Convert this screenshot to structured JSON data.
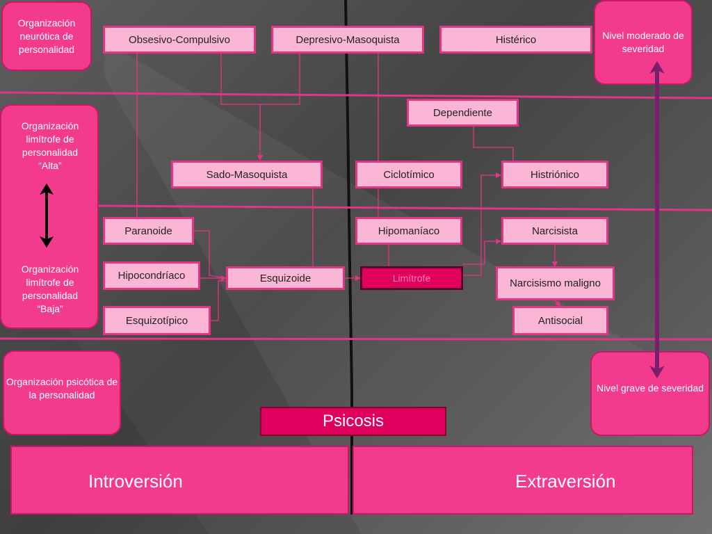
{
  "side_labels": {
    "neurotic": "Organización neurótica de personalidad",
    "borderline_high": "Organización limítrofe de personalidad “Alta”",
    "borderline_low": "Organización limítrofe de personalidad “Baja”",
    "psychotic": "Organización psicótica de la personalidad",
    "moderate": "Nivel moderado de severidad",
    "severe": "Nivel grave de severidad"
  },
  "nodes": {
    "obsesivo": "Obsesivo-Compulsivo",
    "depresivo": "Depresivo-Masoquista",
    "histerico": "Histérico",
    "dependiente": "Dependiente",
    "sado": "Sado-Masoquista",
    "ciclotimico": "Ciclotímico",
    "histrionico": "Histriónico",
    "paranoide": "Paranoide",
    "hipomaniaco": "Hipomaníaco",
    "narcisista": "Narcisista",
    "hipocondriaco": "Hipocondríaco",
    "esquizoide": "Esquizoide",
    "limitrofe": "Limítrofe",
    "narcisismo": "Narcisismo maligno",
    "esquizotipico": "Esquizotípico",
    "antisocial": "Antisocial"
  },
  "psicosis": "Psicosis",
  "bottom": {
    "introversion": "Introversión",
    "extraversion": "Extraversión"
  },
  "colors": {
    "accent": "#f23b8c",
    "box_fill": "#fbb6d6",
    "line": "#e33585",
    "hot": "#e0005e",
    "severity_arrow": "#7a1f6e"
  }
}
